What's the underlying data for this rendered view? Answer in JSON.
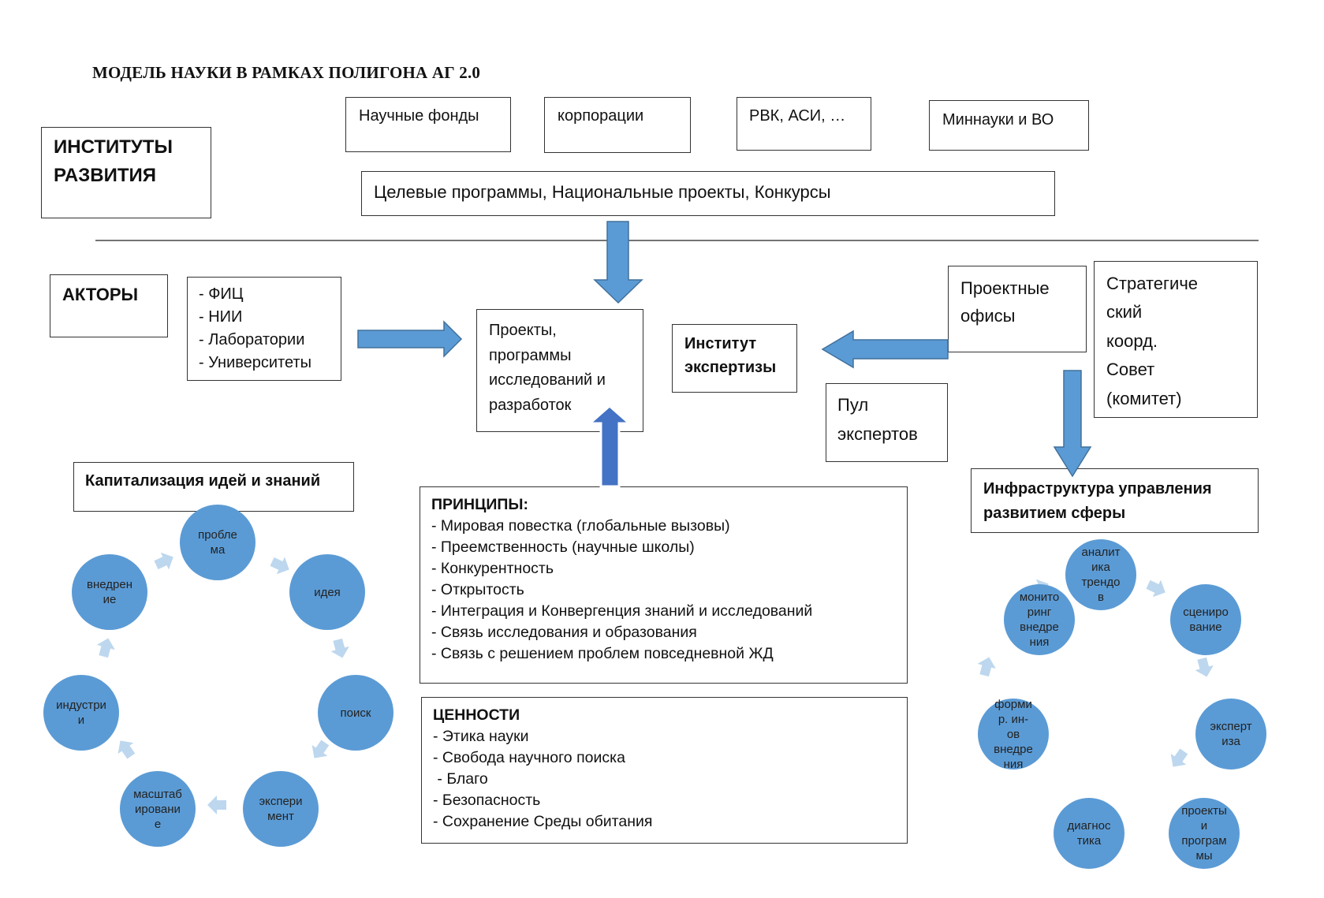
{
  "title": "МОДЕЛЬ НАУКИ В РАМКАХ ПОЛИГОНА АГ 2.0",
  "institutes": {
    "label_lines": [
      "ИНСТИТУТЫ",
      "РАЗВИТИЯ"
    ],
    "funds": "Научные фонды",
    "corporations": "корпорации",
    "rvk": "РВК, АСИ, …",
    "ministry": "Миннауки и ВО",
    "programs": "Целевые программы, Национальные проекты, Конкурсы"
  },
  "actors": {
    "label": "АКТОРЫ",
    "list": [
      "- ФИЦ",
      "- НИИ",
      "- Лаборатории",
      "- Университеты"
    ]
  },
  "projects": {
    "lines": [
      "Проекты,",
      "программы",
      "исследований и",
      "разработок"
    ]
  },
  "expertise": {
    "institute_lines": [
      "Институт",
      "экспертизы"
    ],
    "pool_lines": [
      "Пул",
      "экспертов"
    ],
    "offices_lines": [
      "Проектные",
      "офисы"
    ],
    "council_lines": [
      "Стратегиче",
      "ский",
      "коорд.",
      "Совет",
      "(комитет)"
    ]
  },
  "capitalization": {
    "label": "Капитализация идей и знаний",
    "cycle": [
      [
        "пробле",
        "ма"
      ],
      [
        "идея"
      ],
      [
        "поиск"
      ],
      [
        "экспери",
        "мент"
      ],
      [
        "масштаб",
        "ировани",
        "е"
      ],
      [
        "индустри",
        "и"
      ],
      [
        "внедрен",
        "ие"
      ]
    ]
  },
  "principles": {
    "heading": "ПРИНЦИПЫ:",
    "items": [
      "- Мировая повестка (глобальные вызовы)",
      "- Преемственность (научные школы)",
      "- Конкурентность",
      "- Открытость",
      "- Интеграция и Конвергенция знаний и исследований",
      "- Связь исследования и образования",
      "- Связь с решением проблем повседневной ЖД"
    ]
  },
  "values": {
    "heading": "ЦЕННОСТИ",
    "items": [
      "- Этика науки",
      "- Свобода научного поиска",
      " - Благо",
      "- Безопасность",
      "- Сохранение Среды обитания"
    ]
  },
  "infrastructure": {
    "label_lines": [
      "Инфраструктура управления",
      "развитием сферы"
    ],
    "cycle": [
      [
        "аналит",
        "ика",
        "трендо",
        "в"
      ],
      [
        "сцениро",
        "вание"
      ],
      [
        "эксперт",
        "иза"
      ],
      [
        "проекты",
        "и",
        "програм",
        "мы"
      ],
      [
        "диагнос",
        "тика"
      ],
      [
        "форми",
        "р. ин-",
        "ов",
        "внедре",
        "ния"
      ],
      [
        "монито",
        "ринг",
        "внедре",
        "ния"
      ]
    ]
  },
  "colors": {
    "arrow_fill": "#5b9bd5",
    "arrow_stroke": "#41719c",
    "up_arrow_fill": "#4472c4",
    "circle_fill": "#5b9bd5",
    "cycle_arrow": "#bdd7ee"
  }
}
